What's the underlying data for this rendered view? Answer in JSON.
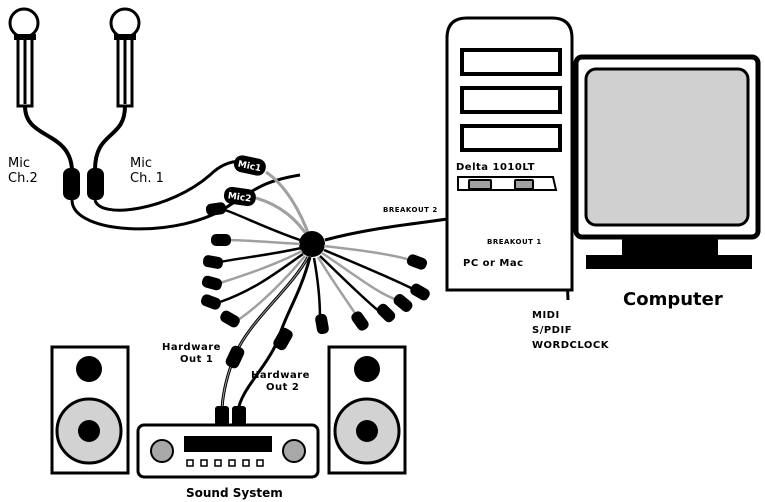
{
  "labels": {
    "mic_ch2_line1": "Mic",
    "mic_ch2_line2": "Ch.2",
    "mic_ch1_line1": "Mic",
    "mic_ch1_line2": "Ch. 1",
    "mic1_tag": "Mic1",
    "mic2_tag": "Mic2",
    "breakout2": "BREAKOUT 2",
    "breakout1": "BREAKOUT 1",
    "delta_card": "Delta 1010LT",
    "pc_or_mac": "PC or Mac",
    "computer": "Computer",
    "midi": "MIDI",
    "spdif": "S/PDIF",
    "wordclock": "WORDCLOCK",
    "hw_out1_line1": "Hardware",
    "hw_out1_line2": "Out 1",
    "hw_out2_line1": "Hardware",
    "hw_out2_line2": "Out 2",
    "sound_system": "Sound System"
  },
  "colors": {
    "ink": "#000000",
    "cable_gray": "#a0a0a0",
    "speaker_cone": "#d2d2d2",
    "screen": "#d0d0d0",
    "knob": "#a8a8a8"
  }
}
